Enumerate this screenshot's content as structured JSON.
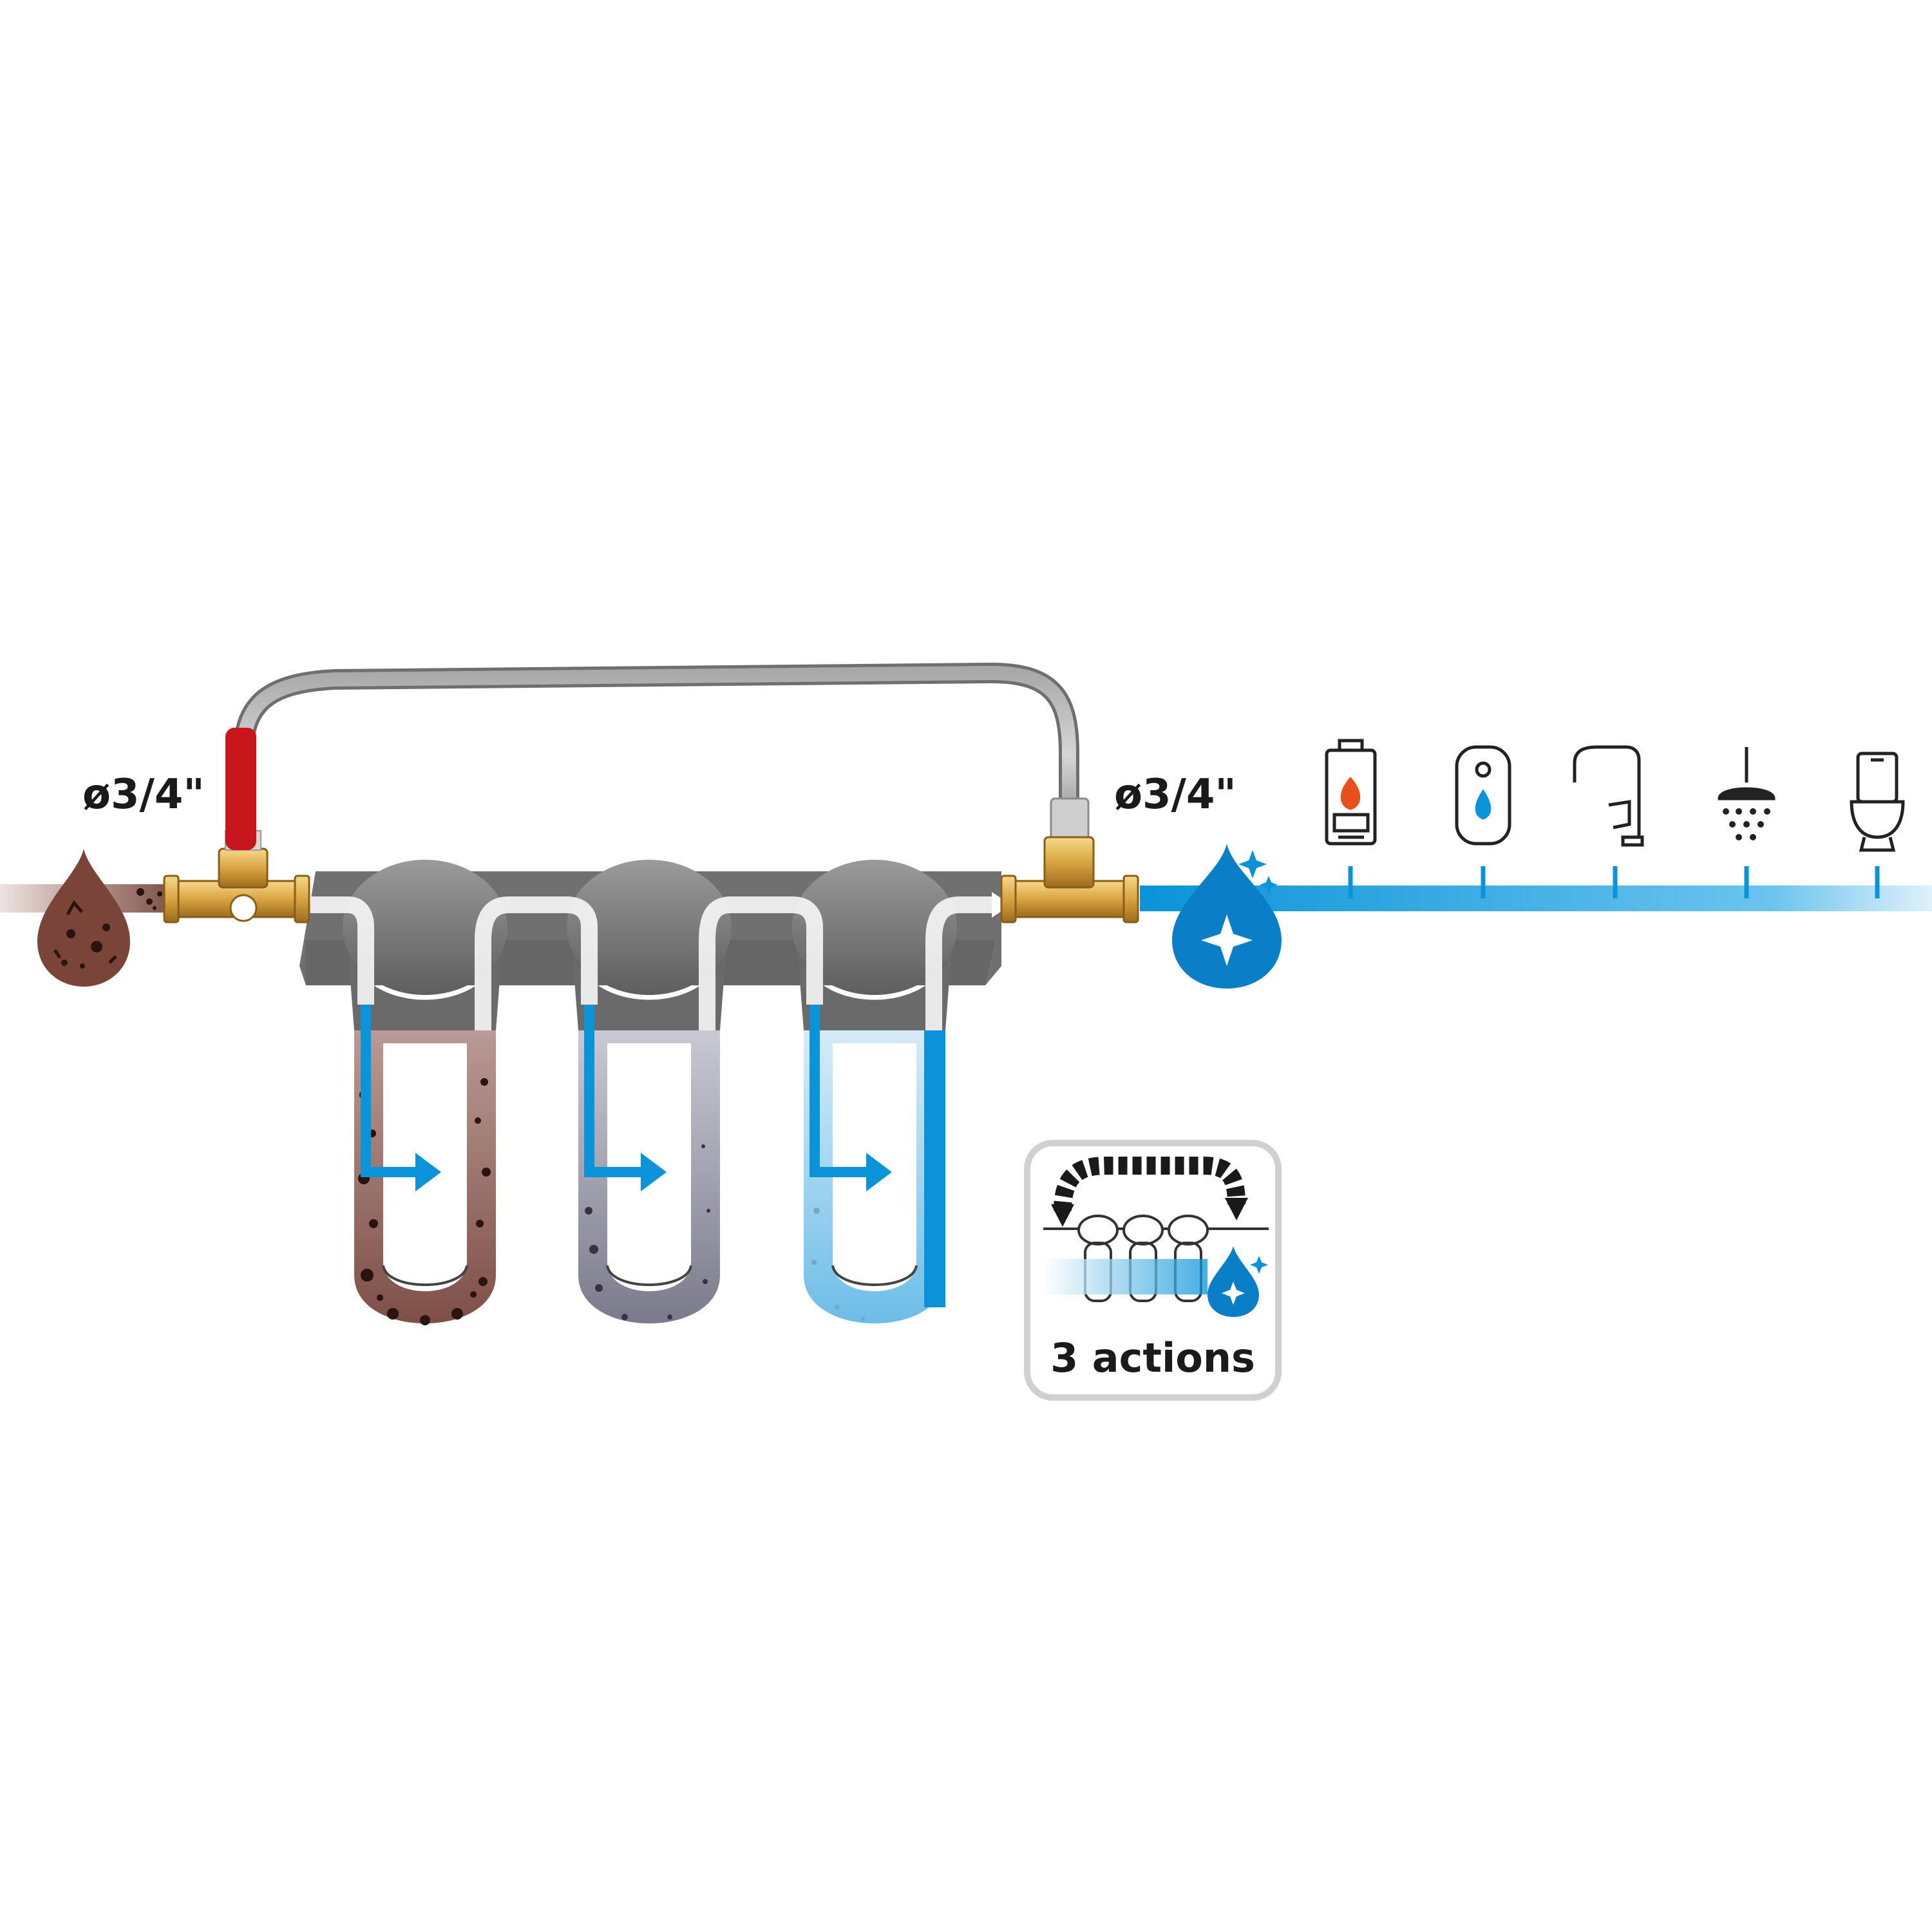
{
  "inlet_label": "ø3/4\"",
  "outlet_label": "ø3/4\"",
  "badge": {
    "text": "3 actions"
  },
  "appliances": [
    {
      "icon": "boiler-icon"
    },
    {
      "icon": "water-heater-icon"
    },
    {
      "icon": "faucet-icon"
    },
    {
      "icon": "shower-icon"
    },
    {
      "icon": "toilet-icon"
    }
  ],
  "colors": {
    "dirty": "#8a5a52",
    "clean": "#0a93d8",
    "brass": "#d9a441",
    "valve_handle": "#c8161d",
    "housing": "#6e6e6e"
  }
}
